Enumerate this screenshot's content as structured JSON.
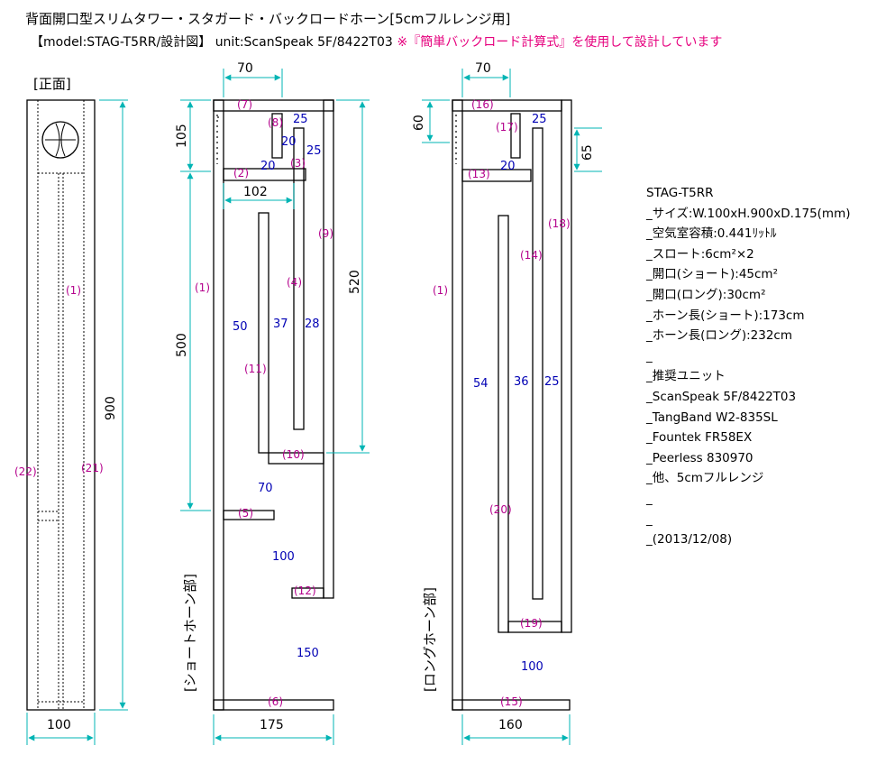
{
  "header": {
    "title": "背面開口型スリムタワー・スタガード・バックロードホーン[5cmフルレンジ用]",
    "model_line": "【model:STAG-T5RR/設計図】 unit:ScanSpeak 5F/8422T03",
    "note": "※『簡単バックロード計算式』を使用して設計しています"
  },
  "colors": {
    "line": "#000000",
    "dimension": "#00b4b4",
    "part_label": "#b4008c",
    "value": "#0000b4",
    "note": "#e6007e"
  },
  "front_view": {
    "label": "[正面]",
    "width_dim": "100",
    "height_dim": "900",
    "parts": [
      "(1)",
      "(22)",
      "(21)"
    ]
  },
  "short_view": {
    "vertical_label": "[ショートホーン部]",
    "top_dim": "70",
    "bottom_dim": "175",
    "dim_105": "105",
    "dim_102": "102",
    "dim_500": "500",
    "dim_520": "520",
    "parts": [
      "(7)",
      "(8)",
      "(2)",
      "(3)",
      "(9)",
      "(4)",
      "(1)",
      "(11)",
      "(10)",
      "(5)",
      "(12)",
      "(6)"
    ],
    "values": [
      "25",
      "20",
      "25",
      "20",
      "50",
      "37",
      "28",
      "70",
      "100",
      "150"
    ]
  },
  "long_view": {
    "vertical_label": "[ロングホーン部]",
    "top_dim": "70",
    "bottom_dim": "160",
    "dim_60": "60",
    "dim_65": "65",
    "parts": [
      "(16)",
      "(17)",
      "(13)",
      "(18)",
      "(14)",
      "(1)",
      "(20)",
      "(19)",
      "(15)"
    ],
    "values": [
      "25",
      "20",
      "54",
      "36",
      "25",
      "100"
    ]
  },
  "spec": {
    "lines": [
      "STAG-T5RR",
      "_サイズ:W.100xH.900xD.175(mm)",
      "_空気室容積:0.441ﾘｯﾄﾙ",
      "_スロート:6cm²×2",
      "_開口(ショート):45cm²",
      "_開口(ロング):30cm²",
      "_ホーン長(ショート):173cm",
      "_ホーン長(ロング):232cm",
      "_",
      "_推奨ユニット",
      "_ScanSpeak 5F/8422T03",
      "_TangBand W2-835SL",
      "_Fountek FR58EX",
      "_Peerless 830970",
      "_他、5cmフルレンジ",
      "_",
      "_",
      "_(2013/12/08)"
    ]
  }
}
